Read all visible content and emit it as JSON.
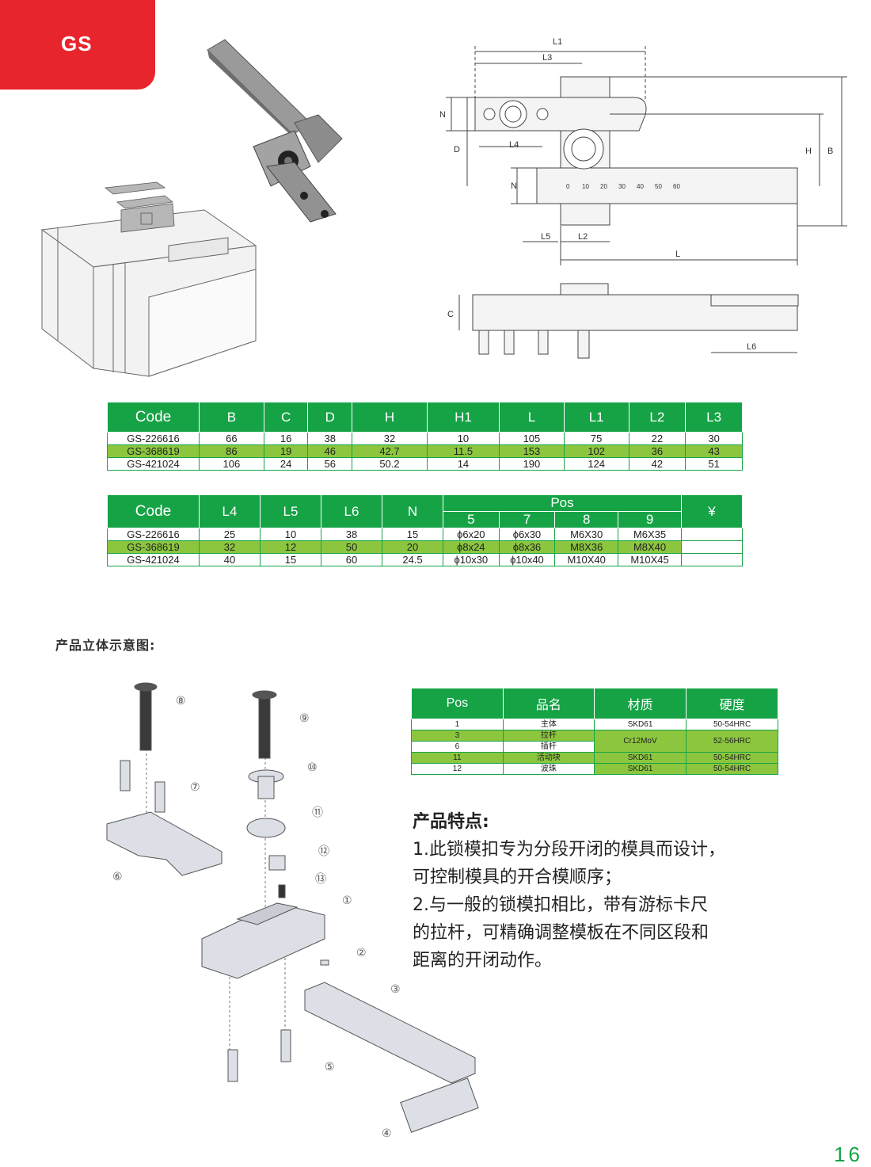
{
  "header": {
    "tab_label": "GS"
  },
  "drawing_labels": {
    "L1": "L1",
    "L3": "L3",
    "N": "N",
    "D": "D",
    "L4": "L4",
    "H": "H",
    "B": "B",
    "L5": "L5",
    "L2": "L2",
    "L": "L",
    "C": "C",
    "L6": "L6",
    "scale": [
      "0",
      "10",
      "20",
      "30",
      "40",
      "50",
      "60"
    ]
  },
  "table1": {
    "headers": [
      "Code",
      "B",
      "C",
      "D",
      "H",
      "H1",
      "L",
      "L1",
      "L2",
      "L3"
    ],
    "rows": [
      [
        "GS-226616",
        "66",
        "16",
        "38",
        "32",
        "10",
        "105",
        "75",
        "22",
        "30"
      ],
      [
        "GS-368619",
        "86",
        "19",
        "46",
        "42.7",
        "11.5",
        "153",
        "102",
        "36",
        "43"
      ],
      [
        "GS-421024",
        "106",
        "24",
        "56",
        "50.2",
        "14",
        "190",
        "124",
        "42",
        "51"
      ]
    ]
  },
  "table2": {
    "headers": [
      "Code",
      "L4",
      "L5",
      "L6",
      "N"
    ],
    "pos_label": "Pos",
    "pos_numbers": [
      "5",
      "7",
      "8",
      "9"
    ],
    "price_label": "¥",
    "rows": [
      [
        "GS-226616",
        "25",
        "10",
        "38",
        "15",
        "ϕ6x20",
        "ϕ6x30",
        "M6X30",
        "M6X35"
      ],
      [
        "GS-368619",
        "32",
        "12",
        "50",
        "20",
        "ϕ8x24",
        "ϕ8x36",
        "M8X36",
        "M8X40"
      ],
      [
        "GS-421024",
        "40",
        "15",
        "60",
        "24.5",
        "ϕ10x30",
        "ϕ10x40",
        "M10X40",
        "M10X45"
      ]
    ]
  },
  "section_title": "产品立体示意图:",
  "exploded_labels": [
    "⑧",
    "⑨",
    "⑩",
    "⑦",
    "⑪",
    "⑥",
    "⑫",
    "⑬",
    "①",
    "②",
    "③",
    "⑤",
    "④"
  ],
  "materials": {
    "headers": [
      "Pos",
      "品名",
      "材质",
      "硬度"
    ],
    "rows": [
      {
        "pos": "1",
        "name": "主体",
        "material": "SKD61",
        "hardness": "50-54HRC"
      },
      {
        "pos": "3",
        "name": "拉杆",
        "material": "Cr12MoV",
        "hardness": "52-56HRC"
      },
      {
        "pos": "6",
        "name": "插杆",
        "material": "",
        "hardness": ""
      },
      {
        "pos": "11",
        "name": "活动块",
        "material": "SKD61",
        "hardness": "50-54HRC"
      },
      {
        "pos": "12",
        "name": "波珠",
        "material": "SKD61",
        "hardness": "50-54HRC"
      }
    ]
  },
  "features": {
    "title": "产品特点:",
    "lines": [
      "1.此锁模扣专为分段开闭的模具而设计，",
      "可控制模具的开合模顺序；",
      "2.与一般的锁模扣相比，带有游标卡尺",
      "的拉杆，可精确调整模板在不同区段和",
      "距离的开闭动作。"
    ]
  },
  "page_number": "16",
  "colors": {
    "accent_red": "#e8242c",
    "green": "#16a346",
    "light_green": "#8cc63f"
  }
}
